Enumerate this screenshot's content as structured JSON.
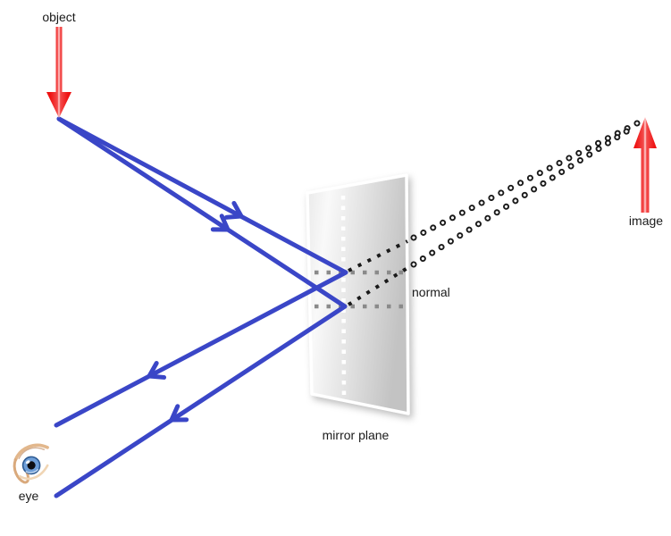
{
  "diagram": {
    "type": "plane-mirror-reflection-ray-diagram",
    "labels": {
      "object": "object",
      "image": "image",
      "normal": "normal",
      "mirror_plane": "mirror plane",
      "eye": "eye"
    },
    "colors": {
      "background": "#ffffff",
      "ray_blue": "#3a46c7",
      "arrow_red": "#ee1212",
      "arrow_core_light": "#ffd6d6",
      "normal_dot_gray": "#8a8a8a",
      "virtual_ray_black": "#1a1a1a",
      "mirror_light": "#fafafa",
      "mirror_dark": "#c3c3c3",
      "mirror_border": "#ffffff",
      "mirror_center_dots": "#ffffff",
      "label_text": "#1a1a1a",
      "eye_lash_tan": "#e2b78c",
      "eye_iris_blue": "#6f9fd8"
    },
    "icons": [
      {
        "name": "eye-icon",
        "meaning": "observer eye"
      }
    ],
    "elements": {
      "object_arrow": "red downward arrow marking the object",
      "image_arrow": "red upward arrow marking the virtual image",
      "incident_rays": 2,
      "reflected_rays": 2,
      "virtual_rays": 2,
      "normals": 2
    }
  }
}
